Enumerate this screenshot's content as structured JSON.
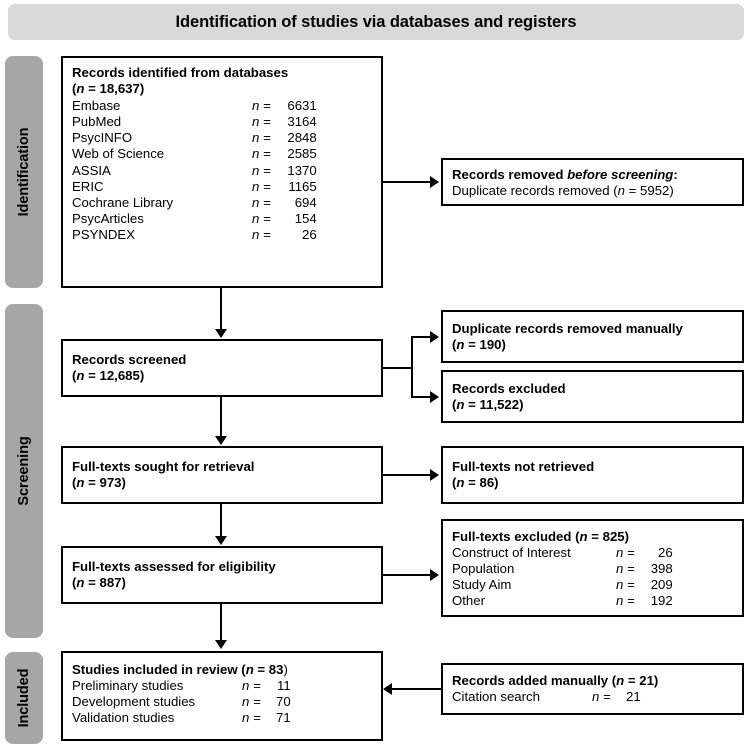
{
  "header": {
    "title": "Identification of studies via databases and registers"
  },
  "stages": [
    {
      "id": "identification",
      "label": "Identification"
    },
    {
      "id": "screening",
      "label": "Screening"
    },
    {
      "id": "included",
      "label": "Included"
    }
  ],
  "boxes": {
    "records_identified": {
      "title_bold": "Records identified from databases",
      "title_n_open": "(",
      "title_n_italic": "n",
      "title_n_eq": " = 18,637)",
      "sources": [
        {
          "label": "Embase",
          "n_eq": "n =",
          "value": "6631"
        },
        {
          "label": "PubMed",
          "n_eq": "n =",
          "value": "3164"
        },
        {
          "label": "PsycINFO",
          "n_eq": "n =",
          "value": "2848"
        },
        {
          "label": "Web of Science",
          "n_eq": "n =",
          "value": "2585"
        },
        {
          "label": "ASSIA",
          "n_eq": "n =",
          "value": "1370"
        },
        {
          "label": "ERIC",
          "n_eq": "n =",
          "value": "1165"
        },
        {
          "label": "Cochrane Library",
          "n_eq": "n =",
          "value": "694"
        },
        {
          "label": "PsycArticles",
          "n_eq": "n =",
          "value": "154"
        },
        {
          "label": "PSYNDEX",
          "n_eq": "n =",
          "value": "26"
        }
      ]
    },
    "records_removed_before": {
      "title_bold": "Records removed ",
      "title_bold_italic": "before screening",
      "title_colon": ":",
      "line2_pre": "Duplicate records removed (",
      "line2_n": "n",
      "line2_post": " = 5952)"
    },
    "records_screened": {
      "title": "Records screened",
      "n_open": "(",
      "n_italic": "n",
      "n_rest": " = 12,685)"
    },
    "duplicates_manual": {
      "title": "Duplicate records removed manually",
      "n_open": "(",
      "n_italic": "n",
      "n_rest": " = 190)"
    },
    "records_excluded": {
      "title": "Records excluded",
      "n_open": "(",
      "n_italic": "n",
      "n_rest": " = 11,522)"
    },
    "fulltexts_sought": {
      "title": "Full-texts sought for retrieval",
      "n_open": "(",
      "n_italic": "n",
      "n_rest": " = 973)"
    },
    "fulltexts_not_retrieved": {
      "title": "Full-texts not retrieved",
      "n_open": "(",
      "n_italic": "n",
      "n_rest": " = 86)"
    },
    "fulltexts_assessed": {
      "title": "Full-texts assessed for eligibility",
      "n_open": "(",
      "n_italic": "n",
      "n_rest": " = 887)"
    },
    "fulltexts_excluded": {
      "title_bold": "Full-texts excluded (",
      "title_n": "n",
      "title_rest": " = 825)",
      "reasons": [
        {
          "label": "Construct of Interest",
          "n_eq": "n =",
          "value": "26"
        },
        {
          "label": "Population",
          "n_eq": "n =",
          "value": "398"
        },
        {
          "label": "Study Aim",
          "n_eq": "n =",
          "value": "209"
        },
        {
          "label": "Other",
          "n_eq": "n =",
          "value": "192"
        }
      ]
    },
    "studies_included": {
      "title_bold": "Studies included in review (",
      "title_n": "n",
      "title_eq": " = 83",
      "title_close": ")",
      "rows": [
        {
          "label": "Preliminary studies",
          "n_eq": "n =",
          "value": "11"
        },
        {
          "label": "Development studies",
          "n_eq": "n =",
          "value": "70"
        },
        {
          "label": "Validation studies",
          "n_eq": "n =",
          "value": "71"
        }
      ]
    },
    "records_added_manually": {
      "title_bold": "Records added manually (",
      "title_n": "n",
      "title_rest": " = 21)",
      "rows": [
        {
          "label": "Citation search",
          "n_eq": "n =",
          "value": "21"
        }
      ]
    }
  },
  "colors": {
    "banner_bg": "#d9d9d9",
    "stage_bg": "#a6a6a6",
    "box_border": "#000000",
    "box_bg": "#ffffff",
    "text": "#000000"
  }
}
